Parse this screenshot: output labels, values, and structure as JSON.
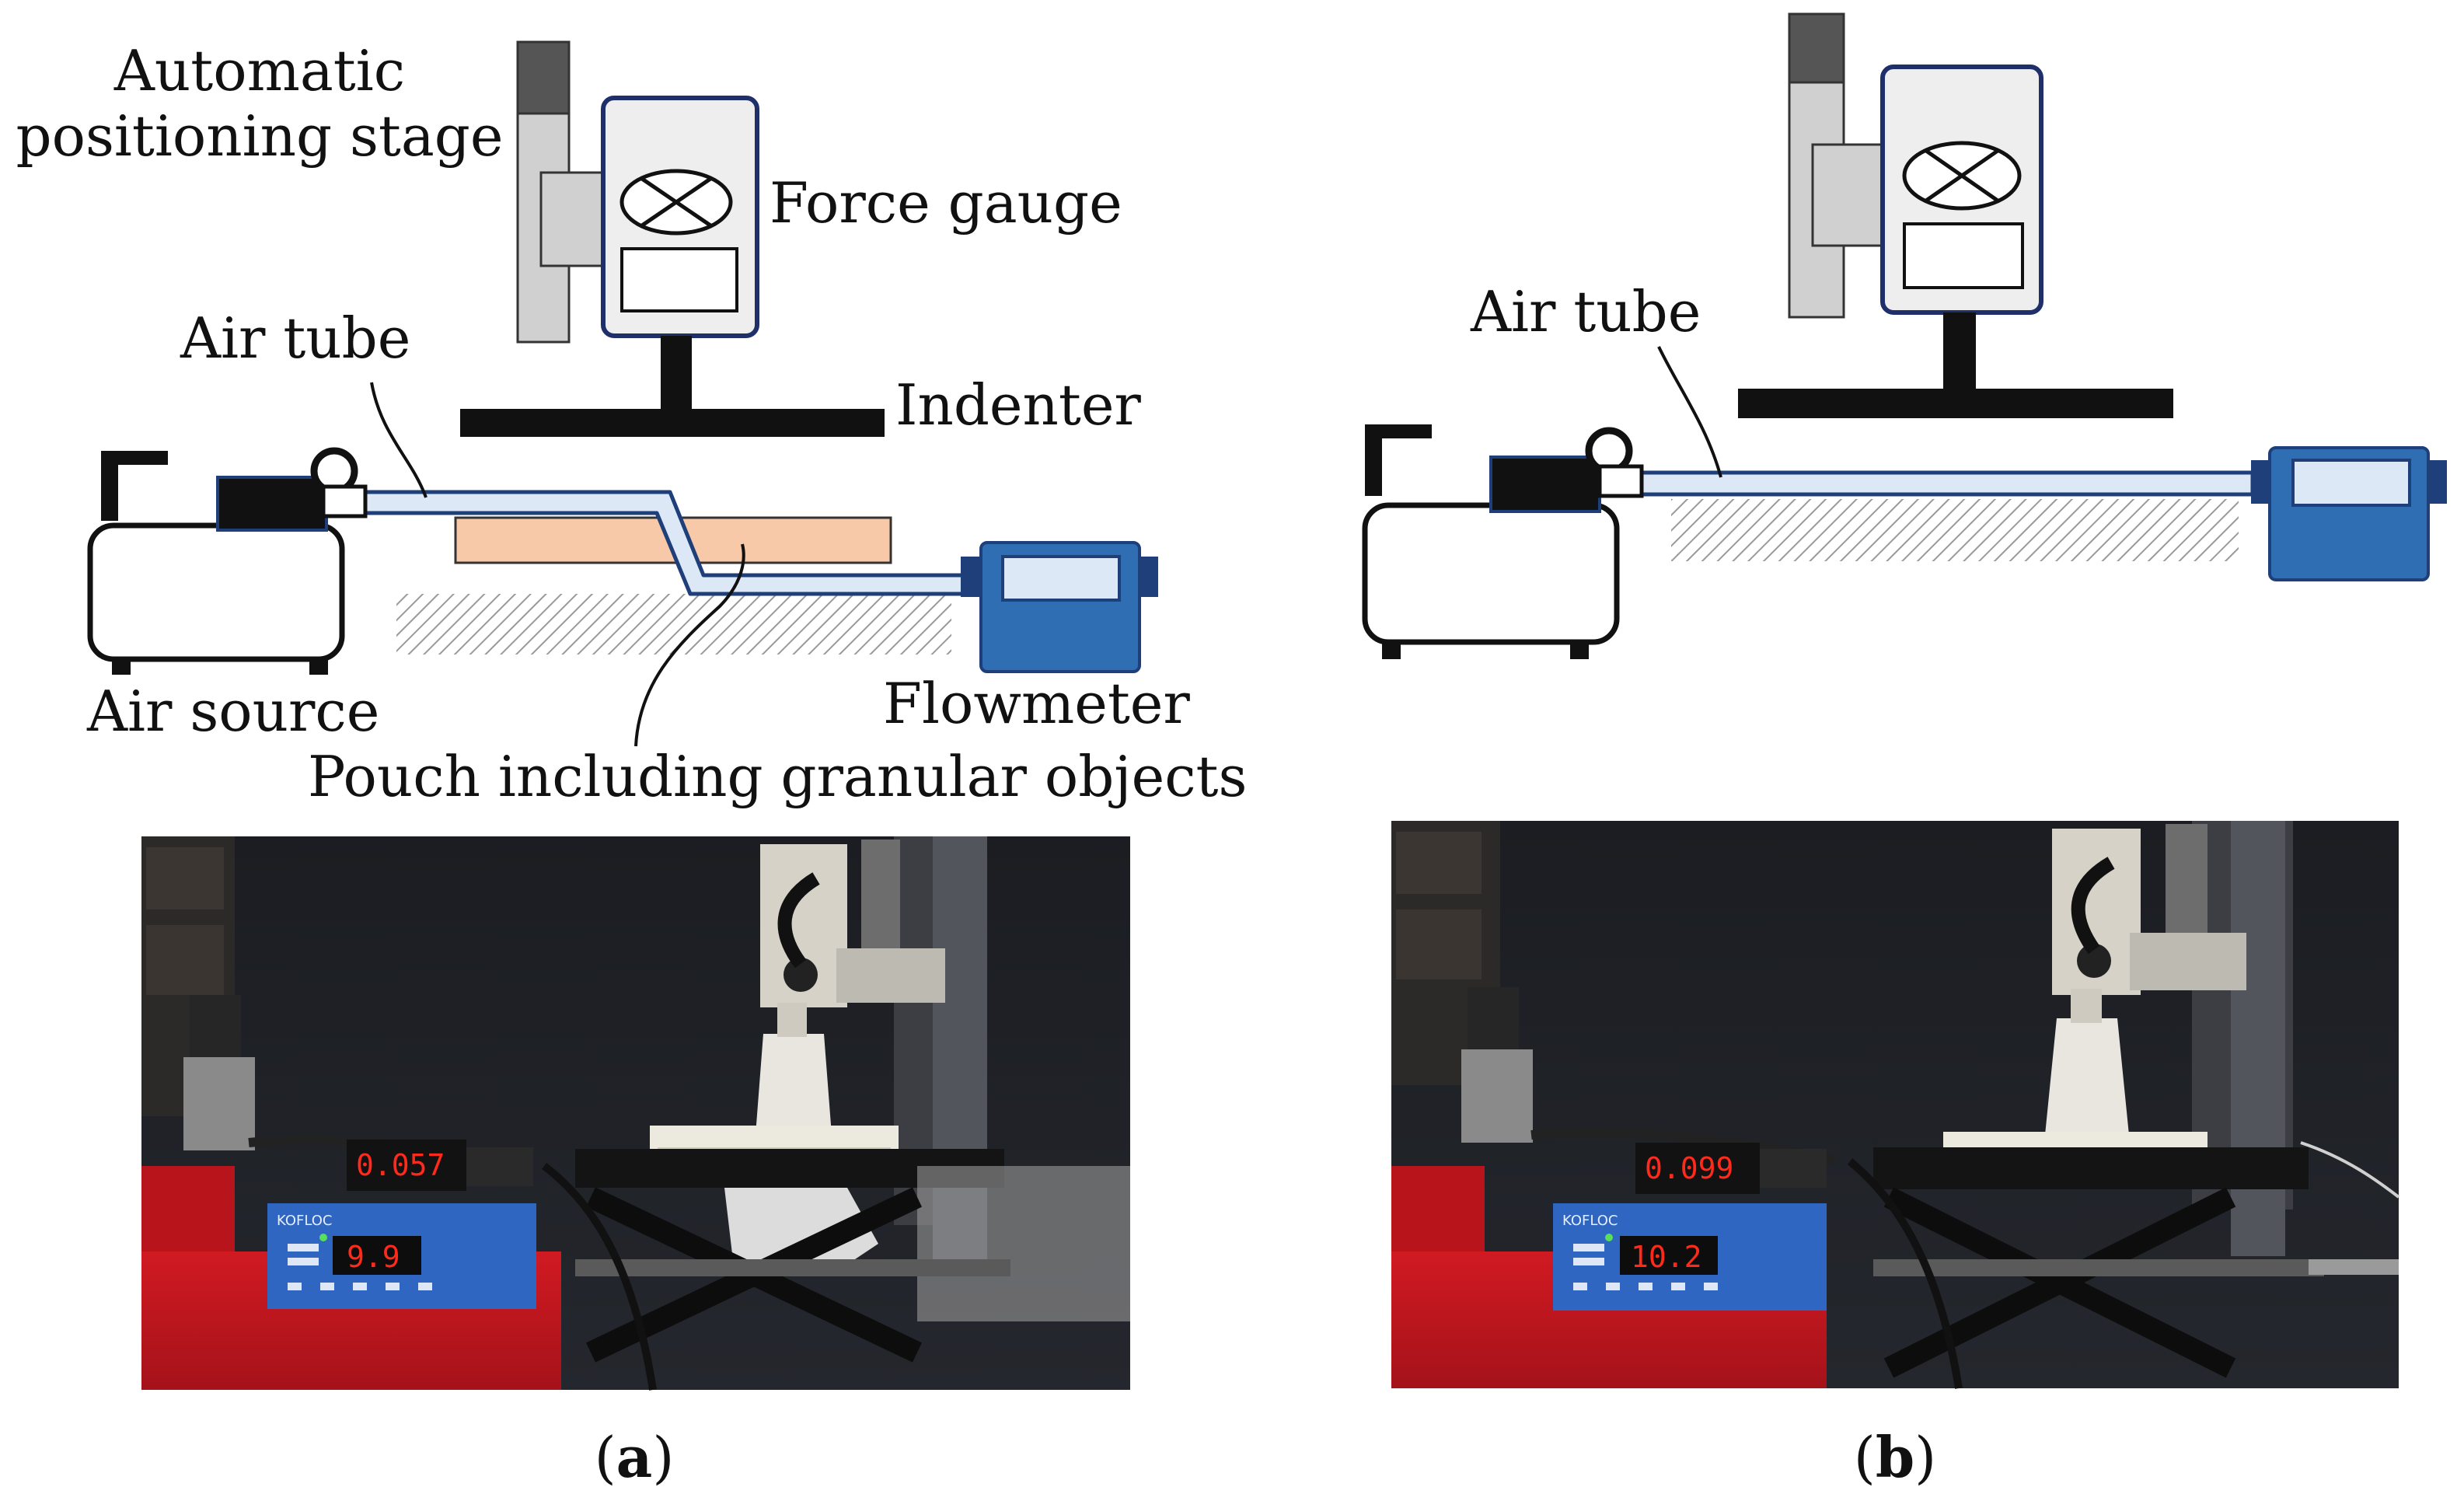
{
  "panel_a": {
    "labels": {
      "stage": [
        "Automatic",
        "positioning stage"
      ],
      "force_gauge": "Force gauge",
      "air_tube": "Air tube",
      "indenter": "Indenter",
      "air_source": "Air source",
      "flowmeter": "Flowmeter",
      "pouch": "Pouch including granular objects"
    },
    "photo": {
      "display_top": "0.057",
      "display_main": "9.9"
    },
    "caption": {
      "open": "(",
      "letter": "a",
      "close": ")"
    }
  },
  "panel_b": {
    "labels": {
      "air_tube": "Air tube"
    },
    "photo": {
      "display_top": "0.099",
      "display_main": "10.2"
    },
    "caption": {
      "open": "(",
      "letter": "b",
      "close": ")"
    }
  },
  "photo_common": {
    "brand": "KOFLOC"
  },
  "colors": {
    "tube_fill": "#dde8f6",
    "tube_stroke": "#1f3f7a",
    "pouch": "#f8c9a8",
    "flowmeter": "#2f6eb3",
    "flowmeter_screen": "#dce8f6",
    "gauge_frame": "#1f2f6a",
    "stage_dark": "#555555",
    "stage_light": "#d0d0d0",
    "display_red": "#ff2a1a",
    "bench_red": "#c9161f"
  }
}
